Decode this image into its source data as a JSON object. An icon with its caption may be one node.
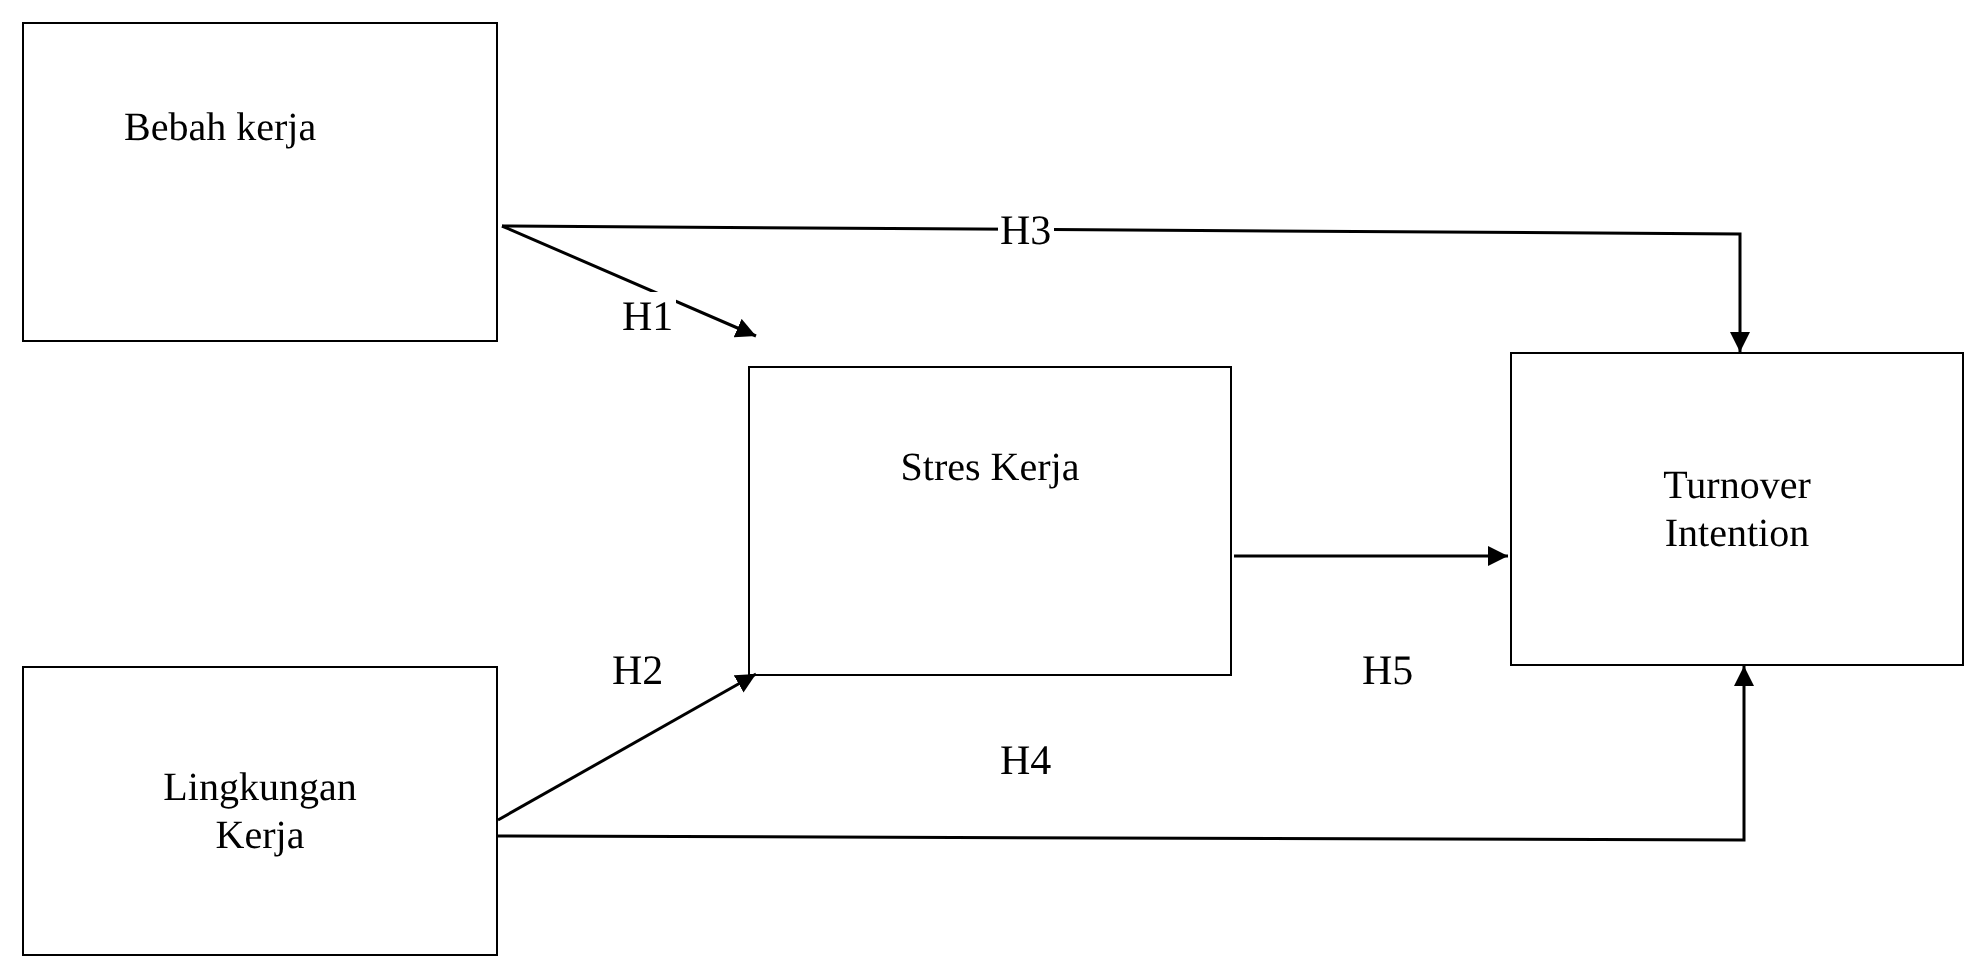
{
  "diagram": {
    "nodes": [
      {
        "text": [
          "Bebah kerja"
        ]
      },
      {
        "text": [
          "Stres Kerja"
        ]
      },
      {
        "text": [
          "Turnover Intention"
        ]
      },
      {
        "text": [
          "Lingkungan Kerja"
        ]
      }
    ],
    "edges": [
      {
        "from": 0,
        "to": 1,
        "arrow": "to",
        "label": "H1"
      },
      {
        "from": 3,
        "to": 1,
        "arrow": "to",
        "label": "H2"
      },
      {
        "from": 0,
        "to": 2,
        "arrow": "to",
        "label": "H3"
      },
      {
        "from": 3,
        "to": 2,
        "arrow": "to",
        "label": "H4"
      },
      {
        "from": 1,
        "to": 2,
        "arrow": "to",
        "label": "H5"
      }
    ]
  }
}
